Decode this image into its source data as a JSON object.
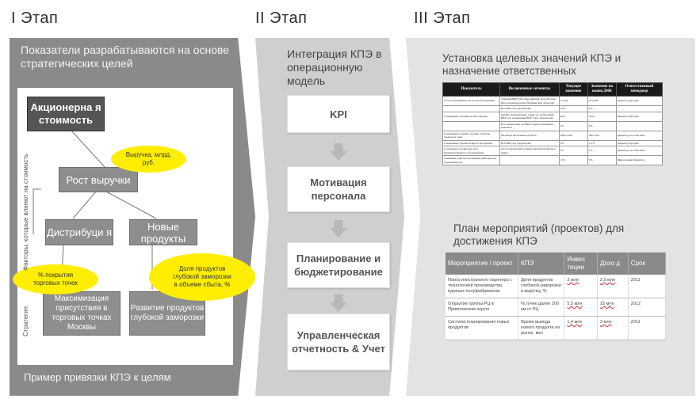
{
  "stages": [
    {
      "title": "I Этап",
      "description": "Показатели  разрабатываются на основе стратегических целей",
      "boxes": {
        "shareholder_value": "Акционерна я стоимость",
        "revenue_growth": "Рост выручки",
        "distribution": "Дистрибуци я",
        "new_products": "Новые продукты",
        "maximize_presence": "Максимизация присутствия  в торговых точках Москвы",
        "develop_products": "Развитие продуктов глубокой заморозки"
      },
      "ellipses": {
        "revenue": "Выручка, млрд. руб.",
        "coverage": "% покрытия торговых точек",
        "share": "Доля продуктов глубокой заморозки в объеме сбыта, %"
      },
      "vertical_labels": {
        "factors": "Факторы, которые влияют на стоимость",
        "strategy": "Стратегия"
      },
      "footer": "Пример привязки КПЭ к целям"
    },
    {
      "title": "II Этап",
      "description": "Интеграция КПЭ в операционную модель",
      "steps": [
        "KPI",
        "Мотивация персонала",
        "Планирование и бюджетирование",
        "Управленческая отчетность & Учет"
      ]
    },
    {
      "title": "III Этап",
      "description1": "Установка целевых значений КПЭ и назначение ответственных",
      "description2": "План мероприятий (проектов) для достижения КПЭ"
    }
  ],
  "table1": {
    "headers": [
      "Показатель",
      "Включенные сегменты",
      "Текущее значение",
      "Значение на конец 2006",
      "Ответственный менеджер"
    ],
    "rows": [
      [
        "Срок оборачиваемости готовой продукции",
        "Таможня ВКУ (М), Европейская часть России (Без Архангельской и Мурманской областей)",
        "21 дни",
        "16 дней",
        "Директор Продаж"
      ],
      [
        "",
        "Все ВКУ, все территории",
        "10%",
        "2%",
        ""
      ],
      [
        "Сокращение объемов потерь продаж",
        "Акции, направленные только на доверенный ВКУ, все территории ВКУ и все территории",
        "20%",
        "10%",
        "Директор Продаж"
      ],
      [
        "",
        "Все территории, все ВКУ, Группа ключевых клиентов",
        "2%",
        "0%",
        ""
      ],
      [
        "Сокращение среднего уровня отгрузки заказов на дому",
        "Москва и Московская область",
        "2000 тонн",
        "500 тонн",
        "Директор по логистике"
      ],
      [
        "Сокращение объема возврата продукции",
        "Все ВКУ, все территории",
        "6%",
        "1.5%",
        "Директор Продаж"
      ],
      [
        "Сокращение уровня простоя производственного оборудования",
        "все оборудование в рамках производственного цикла",
        "5%",
        "0%",
        "Директор по логистике"
      ],
      [
        "Снижение доли просроченной дебиторской задолженности",
        "",
        "12%",
        "0%",
        "Финансовый Директор"
      ]
    ]
  },
  "table2": {
    "headers": [
      "Мероприятие / проект",
      "КПЭ",
      "Инвес тиции",
      "Дохо д",
      "Срок"
    ],
    "rows": [
      [
        "Поиск иностранного партнера с технологией производства куриных полуфабрикатов",
        "Доля продуктов глубокой заморозки в выручку, %",
        "2 млн",
        "2,5 млн",
        "2011"
      ],
      [
        "Открытие группы РЦ в Приволжском округе",
        "% точек далее 200 км от РЦ",
        "5,5 млн",
        "15 млн",
        "2012"
      ],
      [
        "Система планирования новых продуктов",
        "Время вывода нового продукта на рынок, мес",
        "1,4 млн",
        "3 млн",
        "2011"
      ]
    ]
  }
}
